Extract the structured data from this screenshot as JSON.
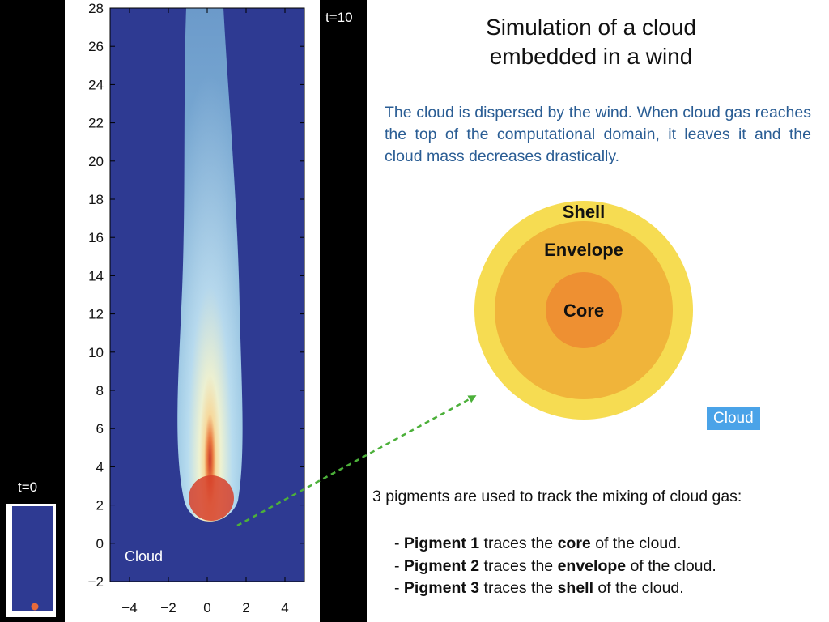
{
  "slide": {
    "time_final": "t=10",
    "time_initial": "t=0",
    "title_line1": "Simulation of a cloud",
    "title_line2": "embedded in a wind",
    "description": "The cloud is dispersed by the wind. When cloud gas reaches the top of the computational domain, it leaves it and the cloud mass decreases drastically.",
    "cloud_label_plot": "Cloud",
    "cloud_label_right": "Cloud",
    "diagram": {
      "shell": "Shell",
      "envelope": "Envelope",
      "core": "Core"
    },
    "pigments_intro": "3 pigments are used to track the mixing of cloud gas:",
    "pigments": [
      {
        "prefix": "- ",
        "name": "Pigment 1",
        "mid": " traces the ",
        "target": "core",
        "suffix": " of the cloud."
      },
      {
        "prefix": "- ",
        "name": "Pigment 2",
        "mid": " traces the ",
        "target": "envelope",
        "suffix": " of the cloud."
      },
      {
        "prefix": "- ",
        "name": "Pigment 3",
        "mid": " traces the ",
        "target": "shell",
        "suffix": " of the cloud."
      }
    ]
  },
  "chart_data": {
    "type": "heatmap",
    "x_ticks": [
      "−4",
      "−2",
      "0",
      "2",
      "4"
    ],
    "y_ticks": [
      "−2",
      "0",
      "2",
      "4",
      "6",
      "8",
      "10",
      "12",
      "14",
      "16",
      "18",
      "20",
      "22",
      "24",
      "26",
      "28"
    ],
    "xlim": [
      -5,
      5
    ],
    "ylim": [
      -2,
      28
    ],
    "grid": false,
    "colors": {
      "background": "#2e3a92",
      "hot": "#d8402a",
      "cold": "#b7dcef"
    }
  },
  "colors": {
    "shell": "#f6dc52",
    "envelope": "#f0b43a",
    "core": "#ee9032",
    "arrow": "#4cb03a",
    "text_blue": "#2a5d94",
    "badge": "#4aa3e8"
  }
}
